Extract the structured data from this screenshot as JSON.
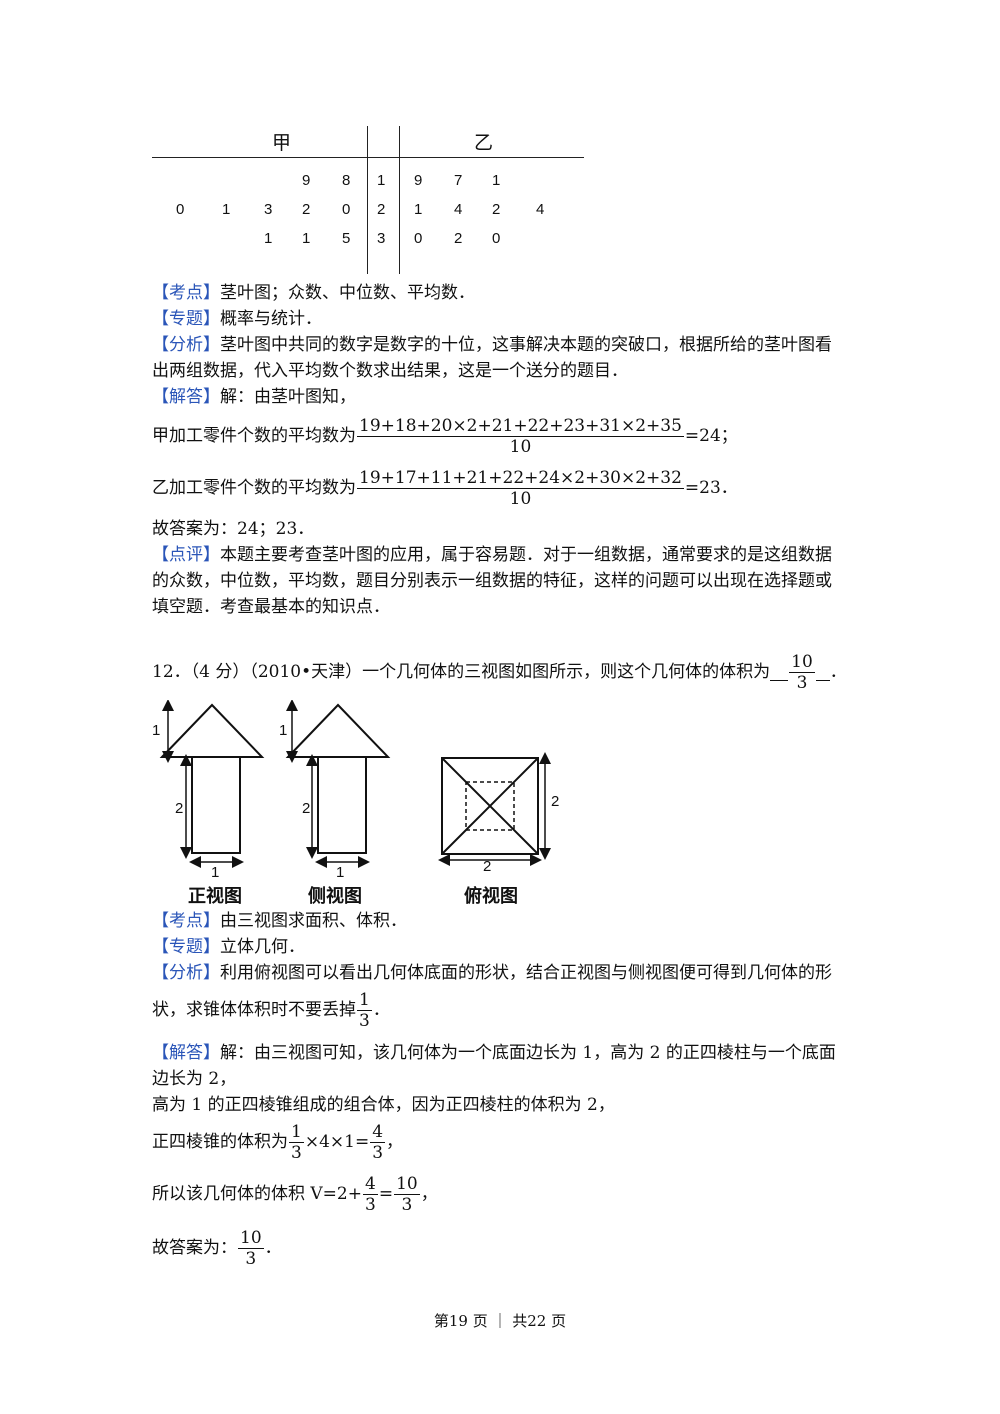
{
  "stem_leaf": {
    "header_left": "甲",
    "header_right": "乙",
    "rows": [
      {
        "left": [
          "9",
          "8"
        ],
        "stem": "1",
        "right": [
          "9",
          "7",
          "1"
        ]
      },
      {
        "left": [
          "0",
          "1",
          "3",
          "2",
          "0"
        ],
        "stem": "2",
        "right": [
          "1",
          "4",
          "2",
          "4"
        ]
      },
      {
        "left": [
          "1",
          "1",
          "5"
        ],
        "stem": "3",
        "right": [
          "0",
          "2",
          "0"
        ]
      }
    ]
  },
  "q11": {
    "kaodian_tag": "【考点】",
    "kaodian_text": "茎叶图；众数、中位数、平均数．",
    "zhuanti_tag": "【专题】",
    "zhuanti_text": "概率与统计．",
    "fenxi_tag": "【分析】",
    "fenxi_text1": "茎叶图中共同的数字是数字的十位，这事解决本题的突破口，根据所给的茎叶图看",
    "fenxi_text2": "出两组数据，代入平均数个数求出结果，这是一个送分的题目．",
    "jieda_tag": "【解答】",
    "jieda_text": "解：由茎叶图知，",
    "jia_prefix": "甲加工零件个数的平均数为",
    "jia_num": "19+18+20×2+21+22+23+31×2+35",
    "jia_den": "10",
    "jia_result": "=24；",
    "yi_prefix": "乙加工零件个数的平均数为",
    "yi_num": "19+17+11+21+22+24×2+30×2+32",
    "yi_den": "10",
    "yi_result": "=23．",
    "answer": "故答案为：24；23．",
    "dianping_tag": "【点评】",
    "dianping_text1": "本题主要考查茎叶图的应用，属于容易题．对于一组数据，通常要求的是这组数据",
    "dianping_text2": "的众数，中位数，平均数，题目分别表示一组数据的特征，这样的问题可以出现在选择题或",
    "dianping_text3": "填空题．考查最基本的知识点．"
  },
  "q12": {
    "stem_prefix": "12．（4 分）（2010•天津）一个几何体的三视图如图所示，则这个几何体的体积为",
    "answer_num": "10",
    "answer_den": "3",
    "stem_suffix": "．",
    "figures": {
      "front_label": "正视图",
      "side_label": "侧视图",
      "top_label": "俯视图",
      "dim_1": "1",
      "dim_2": "2"
    },
    "kaodian_tag": "【考点】",
    "kaodian_text": "由三视图求面积、体积．",
    "zhuanti_tag": "【专题】",
    "zhuanti_text": "立体几何．",
    "fenxi_tag": "【分析】",
    "fenxi_text1": "利用俯视图可以看出几何体底面的形状，结合正视图与侧视图便可得到几何体的形",
    "fenxi_text2": "状，求锥体体积时不要丢掉",
    "fenxi_frac_num": "1",
    "fenxi_frac_den": "3",
    "fenxi_end": "．",
    "jieda_tag": "【解答】",
    "jieda_text1": "解：由三视图可知，该几何体为一个底面边长为 1，高为 2 的正四棱柱与一个底面",
    "jieda_text2": "边长为 2，",
    "jieda_text3": "高为 1 的正四棱锥组成的组合体，因为正四棱柱的体积为 2，",
    "pyramid_prefix": "正四棱锥的体积为",
    "pyramid_f1_num": "1",
    "pyramid_f1_den": "3",
    "pyramid_mid": "×4×1=",
    "pyramid_f2_num": "4",
    "pyramid_f2_den": "3",
    "pyramid_end": "，",
    "volume_prefix": "所以该几何体的体积 V=2+",
    "volume_f1_num": "4",
    "volume_f1_den": "3",
    "volume_eq": "=",
    "volume_f2_num": "10",
    "volume_f2_den": "3",
    "volume_end": "，",
    "answer_prefix": "故答案为：",
    "answer_f_num": "10",
    "answer_f_den": "3",
    "answer_end": "．"
  },
  "footer": "第19 页 ｜ 共22 页"
}
